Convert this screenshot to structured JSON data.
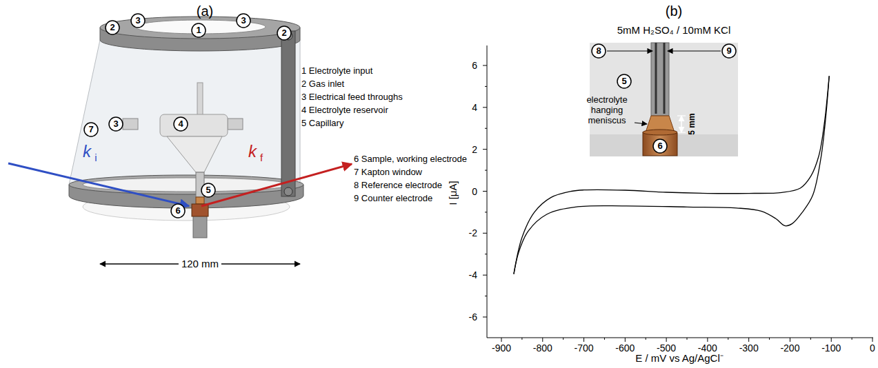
{
  "diagram": {
    "labels": [
      "(a)",
      "(b)",
      "5mM H₂SO₄ / 10mM KCl",
      "2",
      "3",
      "1",
      "3",
      "2",
      "3",
      "4",
      "7",
      "5",
      "6",
      "k",
      "i",
      "k",
      "f",
      "1 Electrolyte input",
      "2 Gas inlet",
      "3 Electrical feed throughs",
      "4 Electrolyte reservoir",
      "5 Capillary",
      "6 Sample, working electrode",
      "7 Kapton window",
      "8 Reference electrode",
      "9 Counter electrode",
      "120 mm",
      "8",
      "9",
      "5",
      "electrolyte hanging meniscus",
      "5 mm",
      "6",
      "6",
      "4",
      "2",
      "0",
      "-2",
      "-4",
      "-6",
      "-900",
      "-800",
      "-700",
      "-600",
      "-500",
      "-400",
      "-300",
      "-200",
      "-100",
      "0",
      "I [μA]",
      "E / mV vs Ag/AgCl⁻"
    ]
  }
}
